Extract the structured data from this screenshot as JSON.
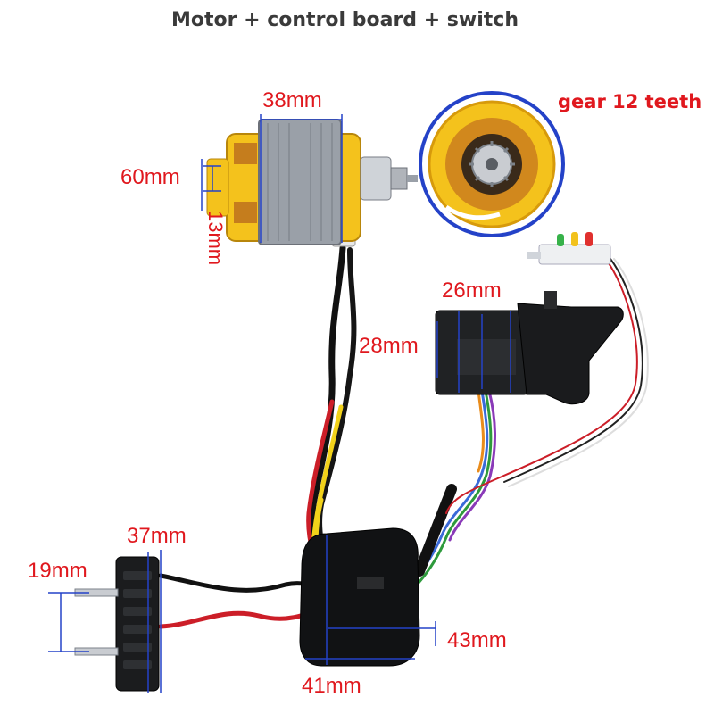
{
  "title": "Motor + control board + switch",
  "callout": "gear 12 teeth",
  "dimensions": {
    "motor_length": "38mm",
    "motor_diameter": "60mm",
    "motor_shaft": "13mm",
    "switch_width": "26mm",
    "switch_height": "28mm",
    "battery_connector_width": "37mm",
    "battery_terminal_spacing": "19mm",
    "control_board_height": "43mm",
    "control_board_width": "41mm"
  },
  "colors": {
    "dimension_text": "#e0181e",
    "dimension_lines": "#2442c8",
    "title_text": "#3a3a3a",
    "motor_body": "#f4c21c",
    "wire_black": "#111111",
    "wire_red": "#cc1e28",
    "wire_yellow": "#f2d21a"
  },
  "icons": [
    "brushless-motor-icon",
    "gear-closeup-icon",
    "led-indicator-board-icon",
    "trigger-switch-icon",
    "control-board-icon",
    "battery-connector-icon"
  ]
}
